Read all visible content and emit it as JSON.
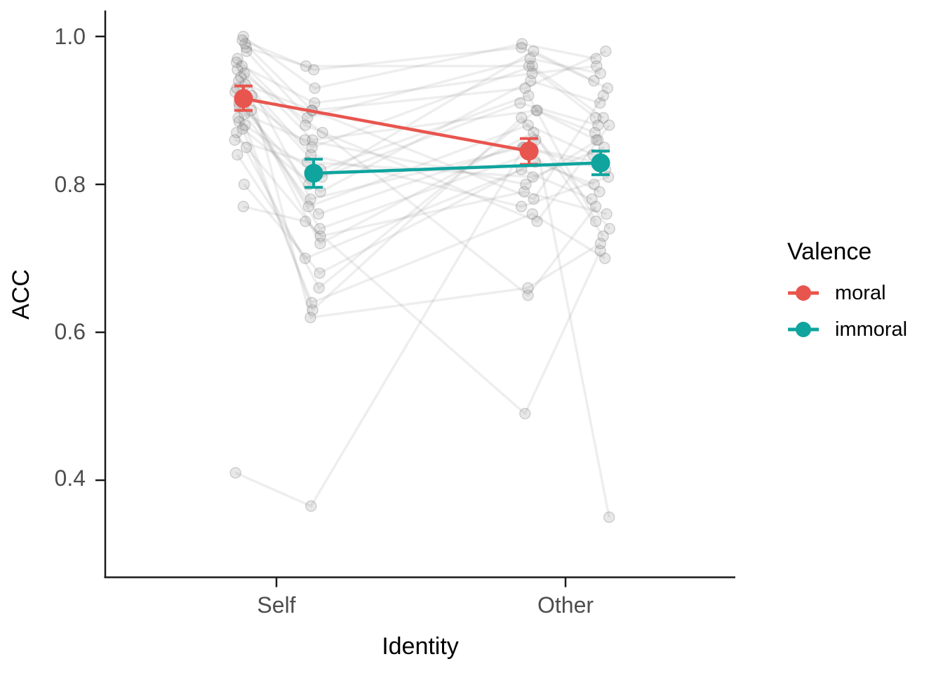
{
  "axes": {
    "y_tick_labels": [
      "1.0",
      "0.8",
      "0.6",
      "0.4"
    ],
    "x_tick_labels": [
      "Self",
      "Other"
    ],
    "y_title": "ACC",
    "x_title": "Identity"
  },
  "chart_data": {
    "type": "line",
    "title": "",
    "xlabel": "Identity",
    "ylabel": "ACC",
    "x_categories": [
      "Self",
      "Other"
    ],
    "yticks": [
      0.4,
      0.6,
      0.8,
      1.0
    ],
    "ylim": [
      0.3,
      1.02
    ],
    "grid": false,
    "legend_title": "Valence",
    "legend_position": "right",
    "series": [
      {
        "name": "moral",
        "color": "#E8554E",
        "means": [
          0.916,
          0.845
        ],
        "ci": [
          [
            0.9,
            0.933
          ],
          [
            0.827,
            0.862
          ]
        ]
      },
      {
        "name": "immoral",
        "color": "#10A49E",
        "means": [
          0.815,
          0.829
        ],
        "ci": [
          [
            0.796,
            0.834
          ],
          [
            0.813,
            0.845
          ]
        ]
      }
    ],
    "individuals": {
      "order": [
        "self_moral",
        "self_immoral",
        "other_moral",
        "other_immoral"
      ],
      "subjects": [
        [
          1.0,
          0.93,
          0.99,
          0.97
        ],
        [
          0.995,
          0.955,
          0.985,
          0.93
        ],
        [
          0.99,
          0.9,
          0.93,
          0.98
        ],
        [
          0.985,
          0.96,
          0.96,
          0.89
        ],
        [
          0.98,
          0.89,
          0.97,
          0.95
        ],
        [
          0.97,
          0.88,
          0.75,
          0.88
        ],
        [
          0.965,
          0.86,
          0.9,
          0.87
        ],
        [
          0.96,
          0.91,
          0.95,
          0.96
        ],
        [
          0.955,
          0.87,
          0.65,
          0.77
        ],
        [
          0.95,
          0.78,
          0.85,
          0.82
        ],
        [
          0.945,
          0.84,
          0.77,
          0.81
        ],
        [
          0.94,
          0.82,
          0.92,
          0.75
        ],
        [
          0.935,
          0.9,
          0.78,
          0.92
        ],
        [
          0.93,
          0.77,
          0.88,
          0.84
        ],
        [
          0.925,
          0.85,
          0.96,
          0.89
        ],
        [
          0.92,
          0.62,
          0.66,
          0.72
        ],
        [
          0.915,
          0.74,
          0.84,
          0.79
        ],
        [
          0.91,
          0.8,
          0.98,
          0.94
        ],
        [
          0.905,
          0.76,
          0.86,
          0.35
        ],
        [
          0.9,
          0.72,
          0.87,
          0.73
        ],
        [
          0.895,
          0.86,
          0.8,
          0.86
        ],
        [
          0.89,
          0.64,
          0.76,
          0.7
        ],
        [
          0.885,
          0.81,
          0.91,
          0.88
        ],
        [
          0.88,
          0.63,
          0.89,
          0.74
        ],
        [
          0.875,
          0.79,
          0.94,
          0.91
        ],
        [
          0.87,
          0.66,
          0.9,
          0.86
        ],
        [
          0.86,
          0.83,
          0.81,
          0.85
        ],
        [
          0.85,
          0.73,
          0.79,
          0.76
        ],
        [
          0.84,
          0.7,
          0.82,
          0.78
        ],
        [
          0.8,
          0.68,
          0.83,
          0.8
        ],
        [
          0.77,
          0.75,
          0.49,
          0.71
        ],
        [
          0.41,
          0.365,
          0.85,
          0.83
        ]
      ]
    }
  }
}
